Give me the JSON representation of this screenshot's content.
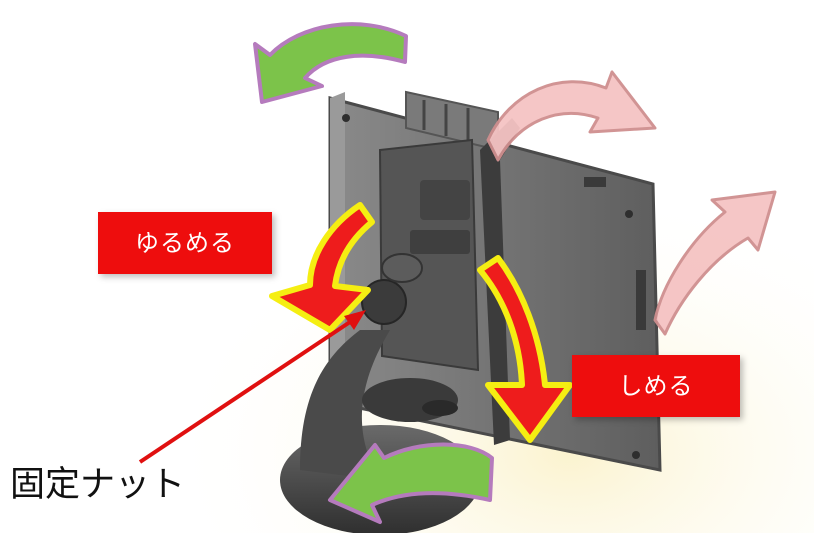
{
  "labels": {
    "loosen": "ゆるめる",
    "tighten": "しめる",
    "fixing_nut": "固定ナット"
  },
  "colors": {
    "label_bg": "#ee0d0d",
    "label_text": "#ffffff",
    "arrow_green": "#7cc34a",
    "arrow_green_outline": "#b57bbd",
    "arrow_pink": "#f5c3c3",
    "arrow_pink_outline": "#cf8f8f",
    "arrow_red": "#ee1c1c",
    "arrow_red_outline": "#f5ee12",
    "pointer_line": "#e01010",
    "device_body": "#6c6c6c"
  },
  "icons": {
    "rotate_top": "rotate-counterclockwise-arrow",
    "rotate_bottom": "rotate-arrow",
    "pink_arrows": "rotate-clockwise-arrow",
    "red_arrows": "curved-down-arrow"
  }
}
